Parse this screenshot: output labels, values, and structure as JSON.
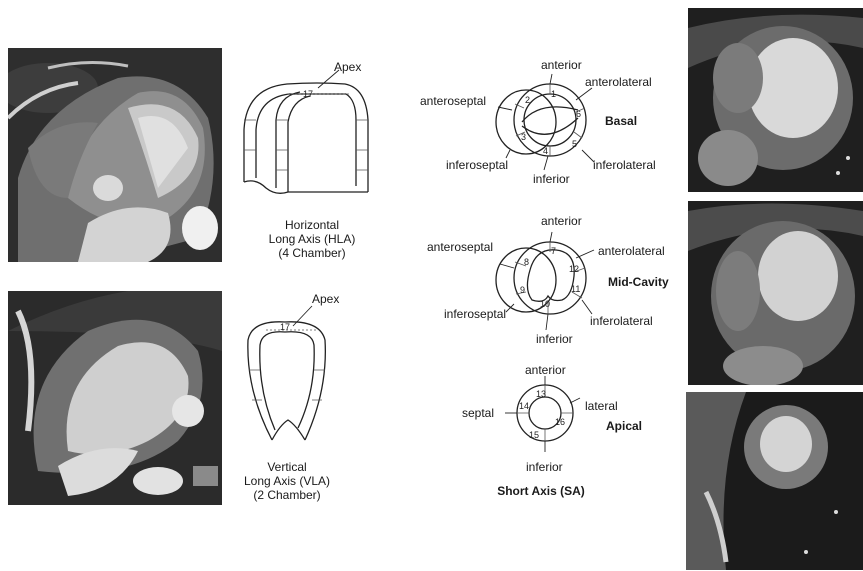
{
  "hla": {
    "apex": "Apex",
    "segment": "17",
    "caption": [
      "Horizontal",
      "Long Axis (HLA)",
      "(4 Chamber)"
    ]
  },
  "vla": {
    "apex": "Apex",
    "segment": "17",
    "caption": [
      "Vertical",
      "Long Axis (VLA)",
      "(2 Chamber)"
    ]
  },
  "basal": {
    "title": "Basal",
    "anterior": "anterior",
    "anteroseptal": "anteroseptal",
    "anterolateral": "anterolateral",
    "inferoseptal": "inferoseptal",
    "inferolateral": "inferolateral",
    "inferior": "inferior",
    "segments": [
      "1",
      "2",
      "3",
      "4",
      "5",
      "6"
    ]
  },
  "mid": {
    "title": "Mid-Cavity",
    "anterior": "anterior",
    "anteroseptal": "anteroseptal",
    "anterolateral": "anterolateral",
    "inferoseptal": "inferoseptal",
    "inferolateral": "inferolateral",
    "inferior": "inferior",
    "segments": [
      "7",
      "8",
      "9",
      "10",
      "11",
      "12"
    ]
  },
  "apical": {
    "title": "Apical",
    "anterior": "anterior",
    "septal": "septal",
    "lateral": "lateral",
    "inferior": "inferior",
    "segments": [
      "13",
      "14",
      "15",
      "16"
    ]
  },
  "sa_caption": "Short Axis (SA)",
  "colors": {
    "ink": "#1a1a1a",
    "scan_dark": "#2a2a2a",
    "tissue": "#8a8a8a",
    "blood": "#d6d6d6"
  }
}
